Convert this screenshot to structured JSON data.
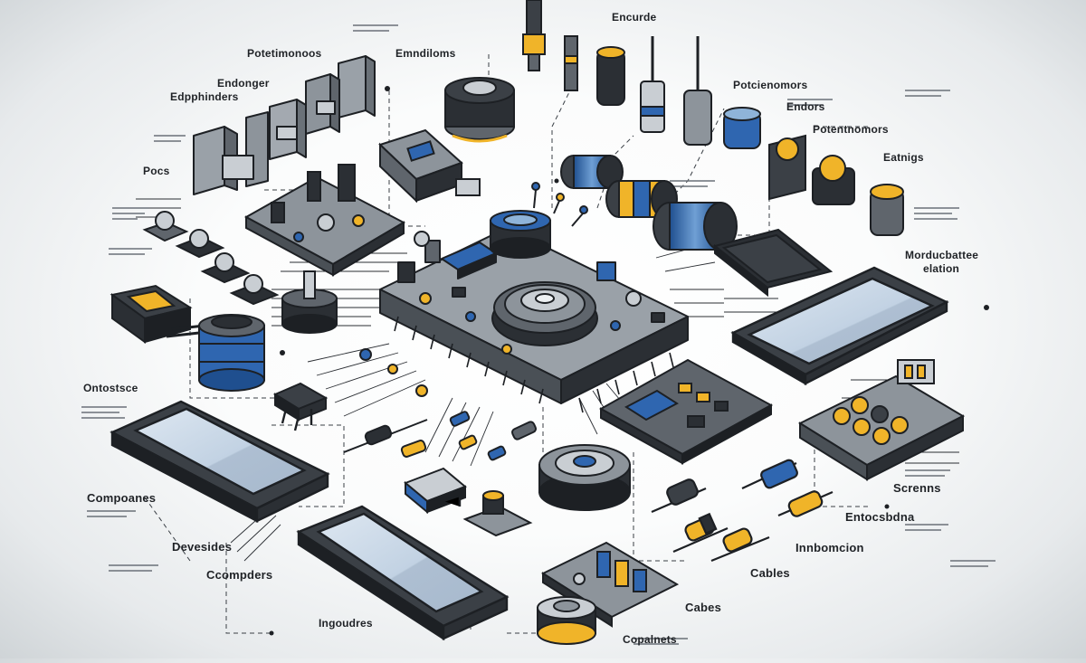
{
  "labels": {
    "potentiomonos": "Potetimonoos",
    "endmiloms": "Emndiloms",
    "encurde": "Encurde",
    "endonger": "Endonger",
    "edpphinders": "Edpphinders",
    "pocs": "Pocs",
    "potcienomors": "Potcienomors",
    "endors": "Endors",
    "potentnomors": "Potentnomors",
    "eatnigs": "Eatnigs",
    "morducbattee": "Morducbattee",
    "elation": "elation",
    "ontostsce": "Ontostsce",
    "compoanes": "Compoanes",
    "devesides": "Devesides",
    "ccompders": "Ccompders",
    "ingoudres": "Ingoudres",
    "screnns": "Screnns",
    "entocsbdna": "Entocsbdna",
    "innbomcion": "Innbomcion",
    "cables": "Cables",
    "cabes": "Cabes",
    "copalnets": "Copalnets"
  },
  "colors": {
    "outline": "#1d2024",
    "metal_dark": "#5f656c",
    "metal": "#8d949b",
    "metal_light": "#c9ced3",
    "blue": "#2f66b0",
    "blue_light": "#8fb4d9",
    "gold": "#f0b429",
    "screen": "#c4d3e3"
  }
}
